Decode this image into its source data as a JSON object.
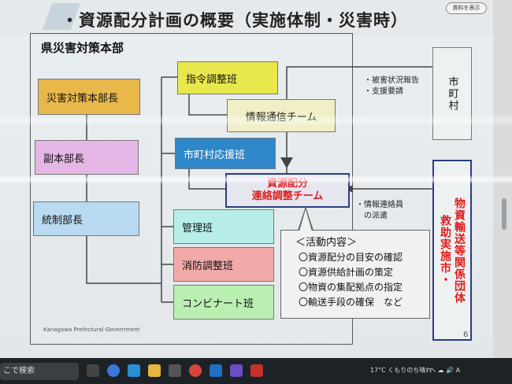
{
  "slide": {
    "title": "・資源配分計画の概要（実施体制・災害時）",
    "top_button": "資料を表示",
    "hq_label": "県災害対策本部",
    "credit": "Kanagawa Prefectural Government",
    "page_number": "6"
  },
  "boxes": {
    "honbucho": "災害対策本部長",
    "fukuhonbucho": "副本部長",
    "toseibucho": "統制部長",
    "shirei": "指令調整班",
    "joho": "情報通信チーム",
    "ouen": "市町村応援班",
    "shigen_line1": "資源配分",
    "shigen_line2": "連絡調整チーム",
    "kanri": "管理班",
    "shobo": "消防調整班",
    "combinat": "コンビナート班",
    "city": "市町村",
    "kyuen_col1": "救助実施市・",
    "kyuen_col2": "物資輸送等関係団体"
  },
  "notes": {
    "city_report_1": "・被害状況報告",
    "city_report_2": "・支援要請",
    "liaison_1": "・情報連絡員",
    "liaison_2": "の派遣"
  },
  "activity": {
    "header": "＜活動内容＞",
    "items": [
      "〇資源配分の目安の確認",
      "〇資源供給計画の策定",
      "〇物資の集配拠点の指定",
      "〇輸送手段の確保　など"
    ]
  },
  "taskbar": {
    "search_placeholder": "こで検索",
    "weather": "17°C くもりのち晴れ",
    "tray": "ヘ ☁ 🔊 A"
  },
  "colors": {
    "honbucho": "#e9b84b",
    "fukuhonbucho": "#e6b6e6",
    "toseibucho": "#b9daf0",
    "shirei": "#e8e84c",
    "joho": "#f0efc6",
    "ouen": "#2e87c8",
    "kanri": "#b7efe8",
    "shobo": "#f1a9a9",
    "combinat": "#b9efb1",
    "accent_red": "#e01d1d",
    "frame_navy": "#2a3d80"
  }
}
